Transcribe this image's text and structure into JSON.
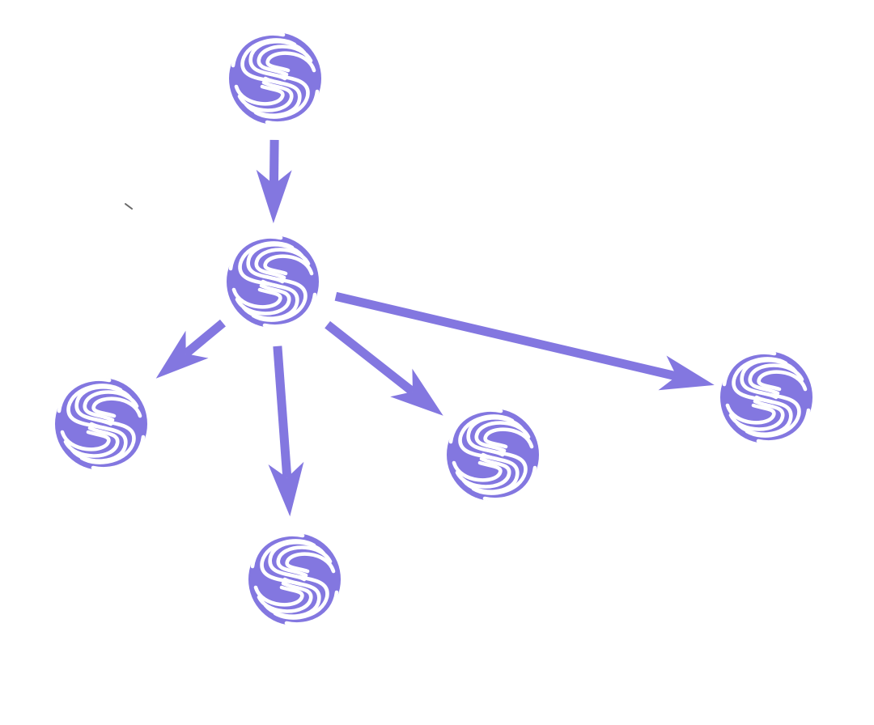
{
  "diagram": {
    "type": "tree",
    "accent_color": "#8377e0",
    "background_color": "#ffffff",
    "node_icon": "swirl-s-logo-icon",
    "nodes": [
      {
        "id": "root",
        "label": ""
      },
      {
        "id": "hub",
        "label": ""
      },
      {
        "id": "leaf-left",
        "label": ""
      },
      {
        "id": "leaf-bottom",
        "label": ""
      },
      {
        "id": "leaf-middle",
        "label": ""
      },
      {
        "id": "leaf-right",
        "label": ""
      }
    ],
    "edges": [
      {
        "from": "root",
        "to": "hub"
      },
      {
        "from": "hub",
        "to": "leaf-left"
      },
      {
        "from": "hub",
        "to": "leaf-bottom"
      },
      {
        "from": "hub",
        "to": "leaf-middle"
      },
      {
        "from": "hub",
        "to": "leaf-right"
      }
    ]
  }
}
